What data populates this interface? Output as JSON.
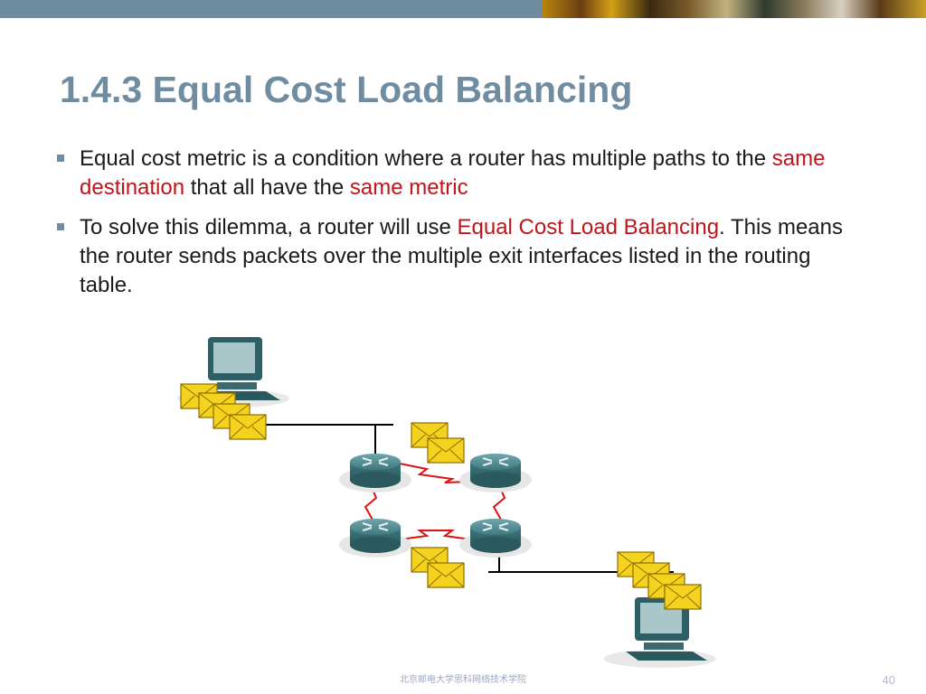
{
  "slide": {
    "title": "1.4.3 Equal Cost Load Balancing",
    "bullets": [
      {
        "parts": [
          {
            "text": "Equal cost metric is a condition where a router has multiple paths to the ",
            "highlight": false
          },
          {
            "text": "same destination",
            "highlight": true
          },
          {
            "text": " that all have the ",
            "highlight": false
          },
          {
            "text": "same metric",
            "highlight": true
          }
        ]
      },
      {
        "parts": [
          {
            "text": "To solve this dilemma, a router will use ",
            "highlight": false
          },
          {
            "text": "Equal Cost Load Balancing",
            "highlight": true
          },
          {
            "text": ".  This means the router sends packets over the multiple exit interfaces listed in the routing table.",
            "highlight": false
          }
        ]
      }
    ],
    "footer": "北京邮电大学思科网络技术学院",
    "page_number": "40"
  },
  "diagram": {
    "icons": {
      "computer": "computer-icon",
      "router": "router-icon",
      "envelope": "envelope-icon",
      "serial_link": "lightning-link-icon"
    }
  },
  "colors": {
    "title": "#6f8ca1",
    "highlight": "#c0141a",
    "header_bar": "#6f8ca1",
    "router": "#3f7a80",
    "envelope": "#f5d21e"
  }
}
